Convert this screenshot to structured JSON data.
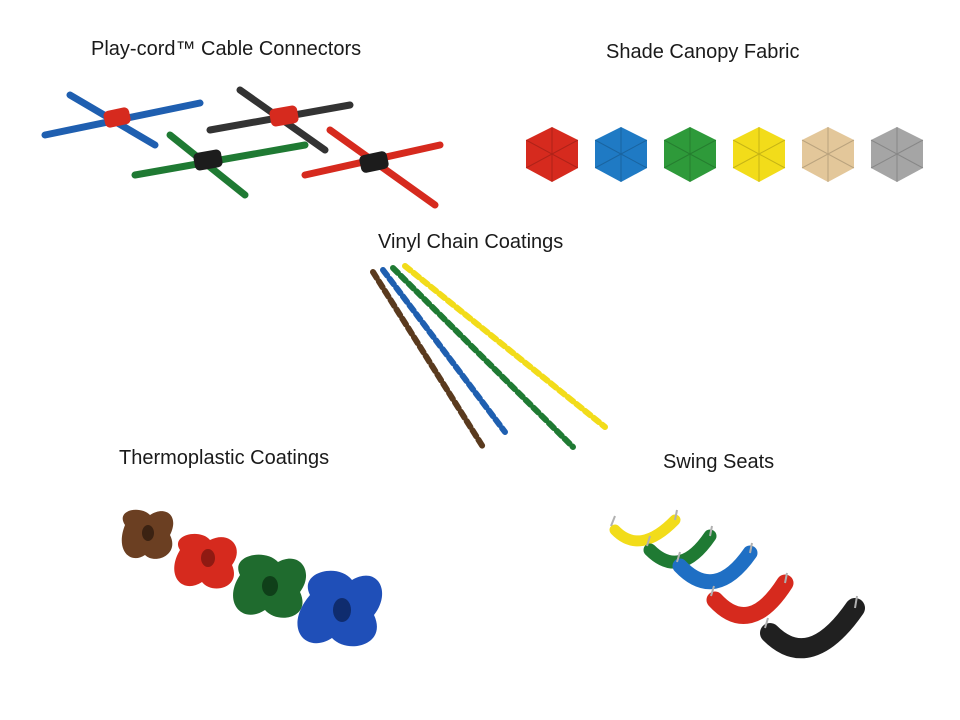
{
  "captions": {
    "playcord": "Play-cord™ Cable Connectors",
    "shade": "Shade Canopy Fabric",
    "chain": "Vinyl Chain Coatings",
    "thermo": "Thermoplastic Coatings",
    "swing": "Swing Seats"
  },
  "colors": {
    "red": "#d62a1e",
    "blue": "#1f5fb0",
    "green": "#1f7a33",
    "yellow": "#f2dc1a",
    "tan": "#e3c79a",
    "gray": "#a5a5a5",
    "brown": "#5a3a1e",
    "black": "#202020"
  },
  "icons": {
    "playcord": "cable-connectors-illustration",
    "shade": "shade-canopy-swatches-illustration",
    "chain": "vinyl-chains-illustration",
    "thermo": "thermoplastic-climbing-holds-illustration",
    "swing": "swing-seats-illustration"
  }
}
